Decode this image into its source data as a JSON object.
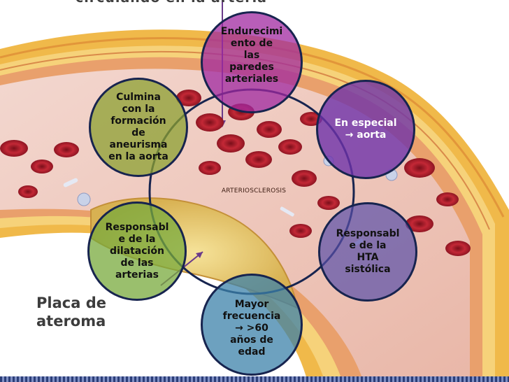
{
  "slide": {
    "top_title": "circulando en la arteria",
    "image_label": "Placa de\nateroma",
    "center": "ARTERIOSCLEROSIS",
    "bubbles": {
      "top": "Endurecimi\nento de\nlas\nparedes\narteriales",
      "right_top": "En especial\n→ aorta",
      "right_bottom": "Responsabl\ne de la\nHTA\nsistólica",
      "bottom": "Mayor\nfrecuencia\n→ >60\naños de\nedad",
      "left_bottom": "Responsabl\ne de la\ndilatación\nde las\narterias",
      "left_top": "Culmina\ncon la\nformación\nde\naneurisma\nen la aorta"
    }
  },
  "colors": {
    "top": "#a028a0",
    "right_top": "#6e32aa",
    "right_bottom": "#5a50aa",
    "bottom": "#3c82aa",
    "left_bottom": "#78aa3c",
    "left_top": "#8ca032",
    "outline": "#17244f",
    "artery_wall": "#e8a030",
    "blood": "#b82030"
  }
}
